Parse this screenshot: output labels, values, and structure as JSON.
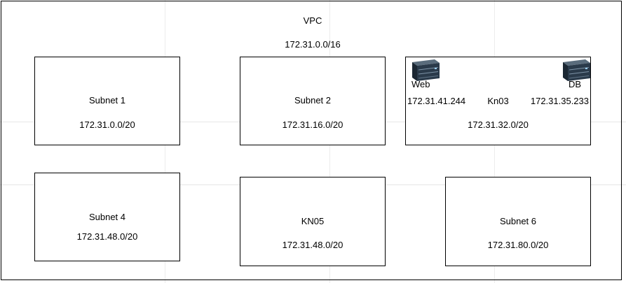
{
  "vpc": {
    "title": "VPC",
    "cidr": "172.31.0.0/16"
  },
  "subnets": [
    {
      "name": "Subnet 1",
      "cidr": "172.31.0.0/20"
    },
    {
      "name": "Subnet 2",
      "cidr": "172.31.16.0/20"
    },
    {
      "name": "Kn03",
      "cidr": "172.31.32.0/20",
      "servers": [
        {
          "label": "Web",
          "ip": "172.31.41.244",
          "icon": "server-icon"
        },
        {
          "label": "DB",
          "ip": "172.31.35.233",
          "icon": "server-icon"
        }
      ]
    },
    {
      "name": "Subnet 4",
      "cidr": "172.31.48.0/20"
    },
    {
      "name": "KN05",
      "cidr": "172.31.48.0/20"
    },
    {
      "name": "Subnet 6",
      "cidr": "172.31.80.0/20"
    }
  ]
}
